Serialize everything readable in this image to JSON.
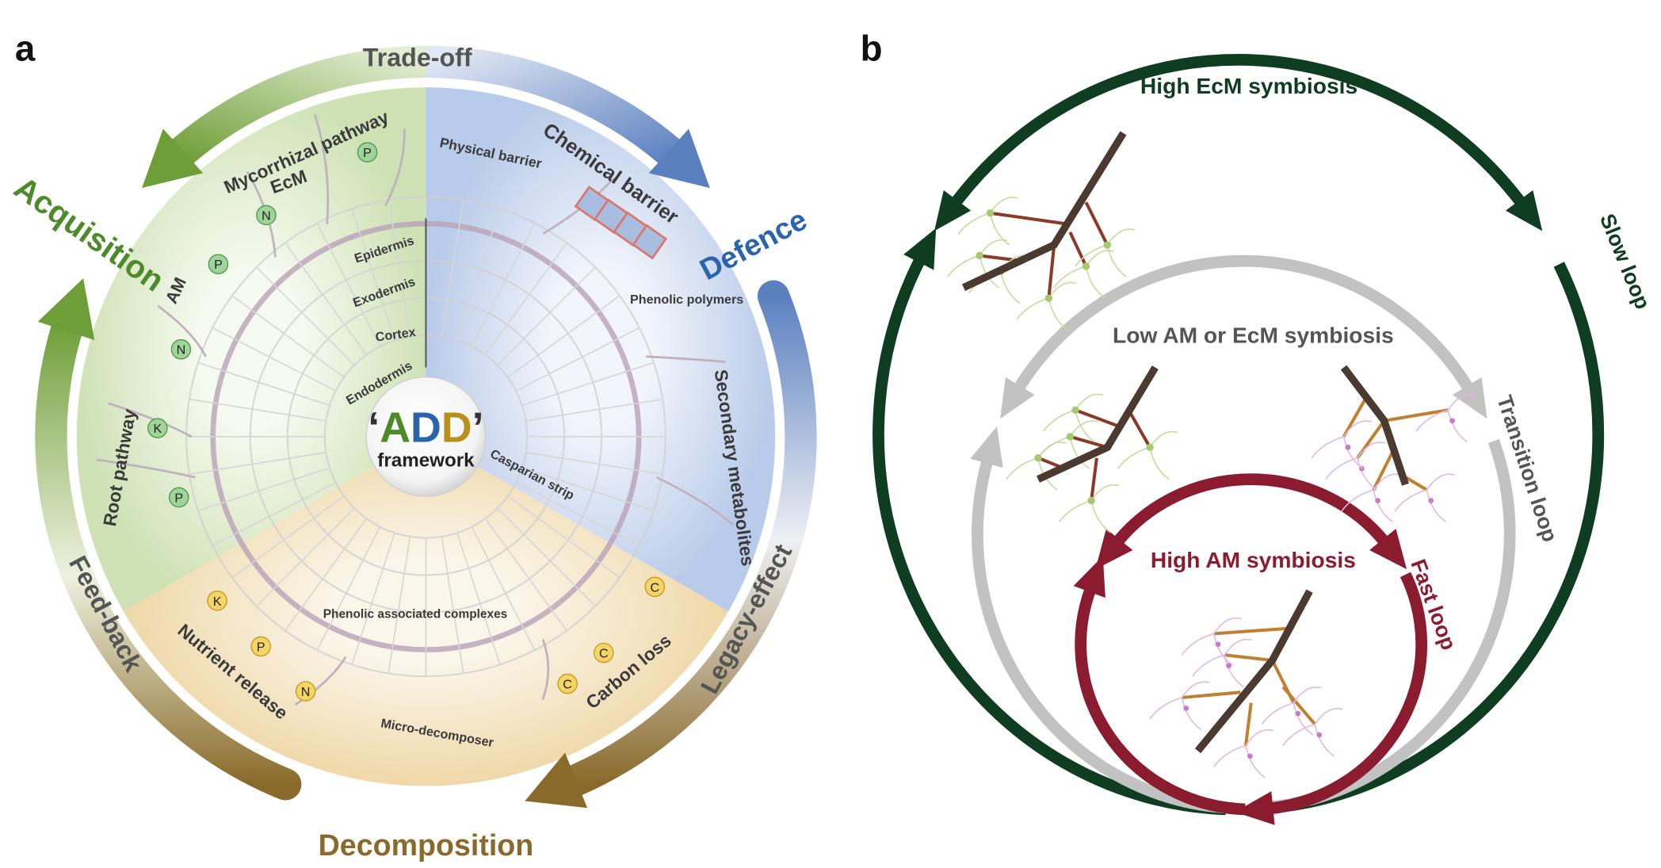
{
  "panel_a": {
    "letter": "a",
    "cycle": {
      "trade_off": "Trade-off",
      "acquisition": "Acquisition",
      "defence": "Defence",
      "feed_back": "Feed-back",
      "legacy_effect": "Legacy-effect",
      "decomposition": "Decomposition"
    },
    "center": {
      "quote_open": "‘",
      "a": "A",
      "d1": "D",
      "d2": "D",
      "quote_close": "’",
      "framework": "framework"
    },
    "acquisition_labels": {
      "mycorrhizal": "Mycorrhizal pathway",
      "ecm": "EcM",
      "am": "AM",
      "root": "Root pathway"
    },
    "defence_labels": {
      "physical": "Physical barrier",
      "chemical": "Chemical barrier",
      "phenolic_polymers": "Phenolic polymers",
      "secondary": "Secondary metabolites",
      "casparian": "Casparian strip"
    },
    "tissues": {
      "epidermis": "Epidermis",
      "exodermis": "Exodermis",
      "cortex": "Cortex",
      "endodermis": "Endodermis"
    },
    "decomposition_labels": {
      "complexes": "Phenolic associated complexes",
      "nutrient": "Nutrient release",
      "carbon": "Carbon loss",
      "micro": "Micro-decomposer"
    },
    "nutrients_root": [
      "P",
      "N",
      "P",
      "N",
      "K",
      "P"
    ],
    "nutrients_soil": [
      "K",
      "P",
      "N",
      "C",
      "C",
      "C"
    ],
    "colors": {
      "acquisition": "#4d8a2a",
      "defence": "#2a64ad",
      "decomposition": "#8a6a2a",
      "add_a": "#4d8a2a",
      "add_d1": "#2a64ad",
      "add_d2": "#b8901e"
    }
  },
  "panel_b": {
    "letter": "b",
    "high_ecm": "High EcM symbiosis",
    "low": "Low AM or EcM symbiosis",
    "high_am": "High AM symbiosis",
    "slow_loop": "Slow loop",
    "transition_loop": "Transition loop",
    "fast_loop": "Fast loop",
    "colors": {
      "slow": "#0f3d22",
      "transition": "#c2c2c2",
      "fast": "#8b1c30"
    }
  }
}
